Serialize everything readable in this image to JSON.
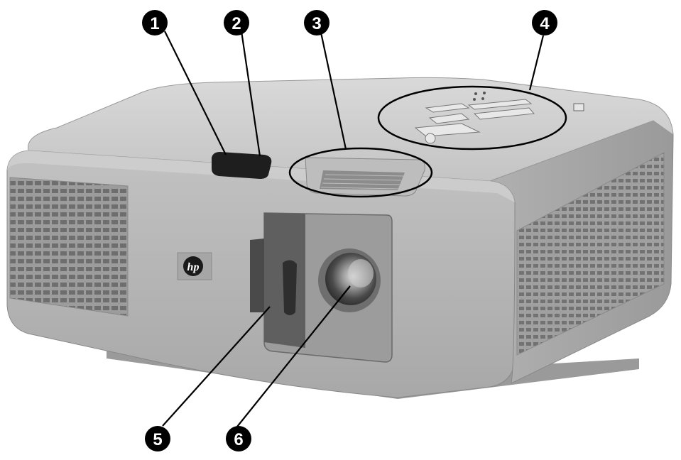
{
  "callouts": [
    {
      "number": "1",
      "target": "remote-sensor"
    },
    {
      "number": "2",
      "target": "focus-ring-area"
    },
    {
      "number": "3",
      "target": "top-vent-grille"
    },
    {
      "number": "4",
      "target": "control-panel"
    },
    {
      "number": "5",
      "target": "lens-cover"
    },
    {
      "number": "6",
      "target": "projection-lens"
    }
  ],
  "brand_logo": "hp",
  "colors": {
    "body_light": "#d4d4d4",
    "body_mid": "#b3b3b3",
    "body_dark": "#8a8a8a",
    "callout_fill": "#000000",
    "outline_circle": "#000000"
  }
}
